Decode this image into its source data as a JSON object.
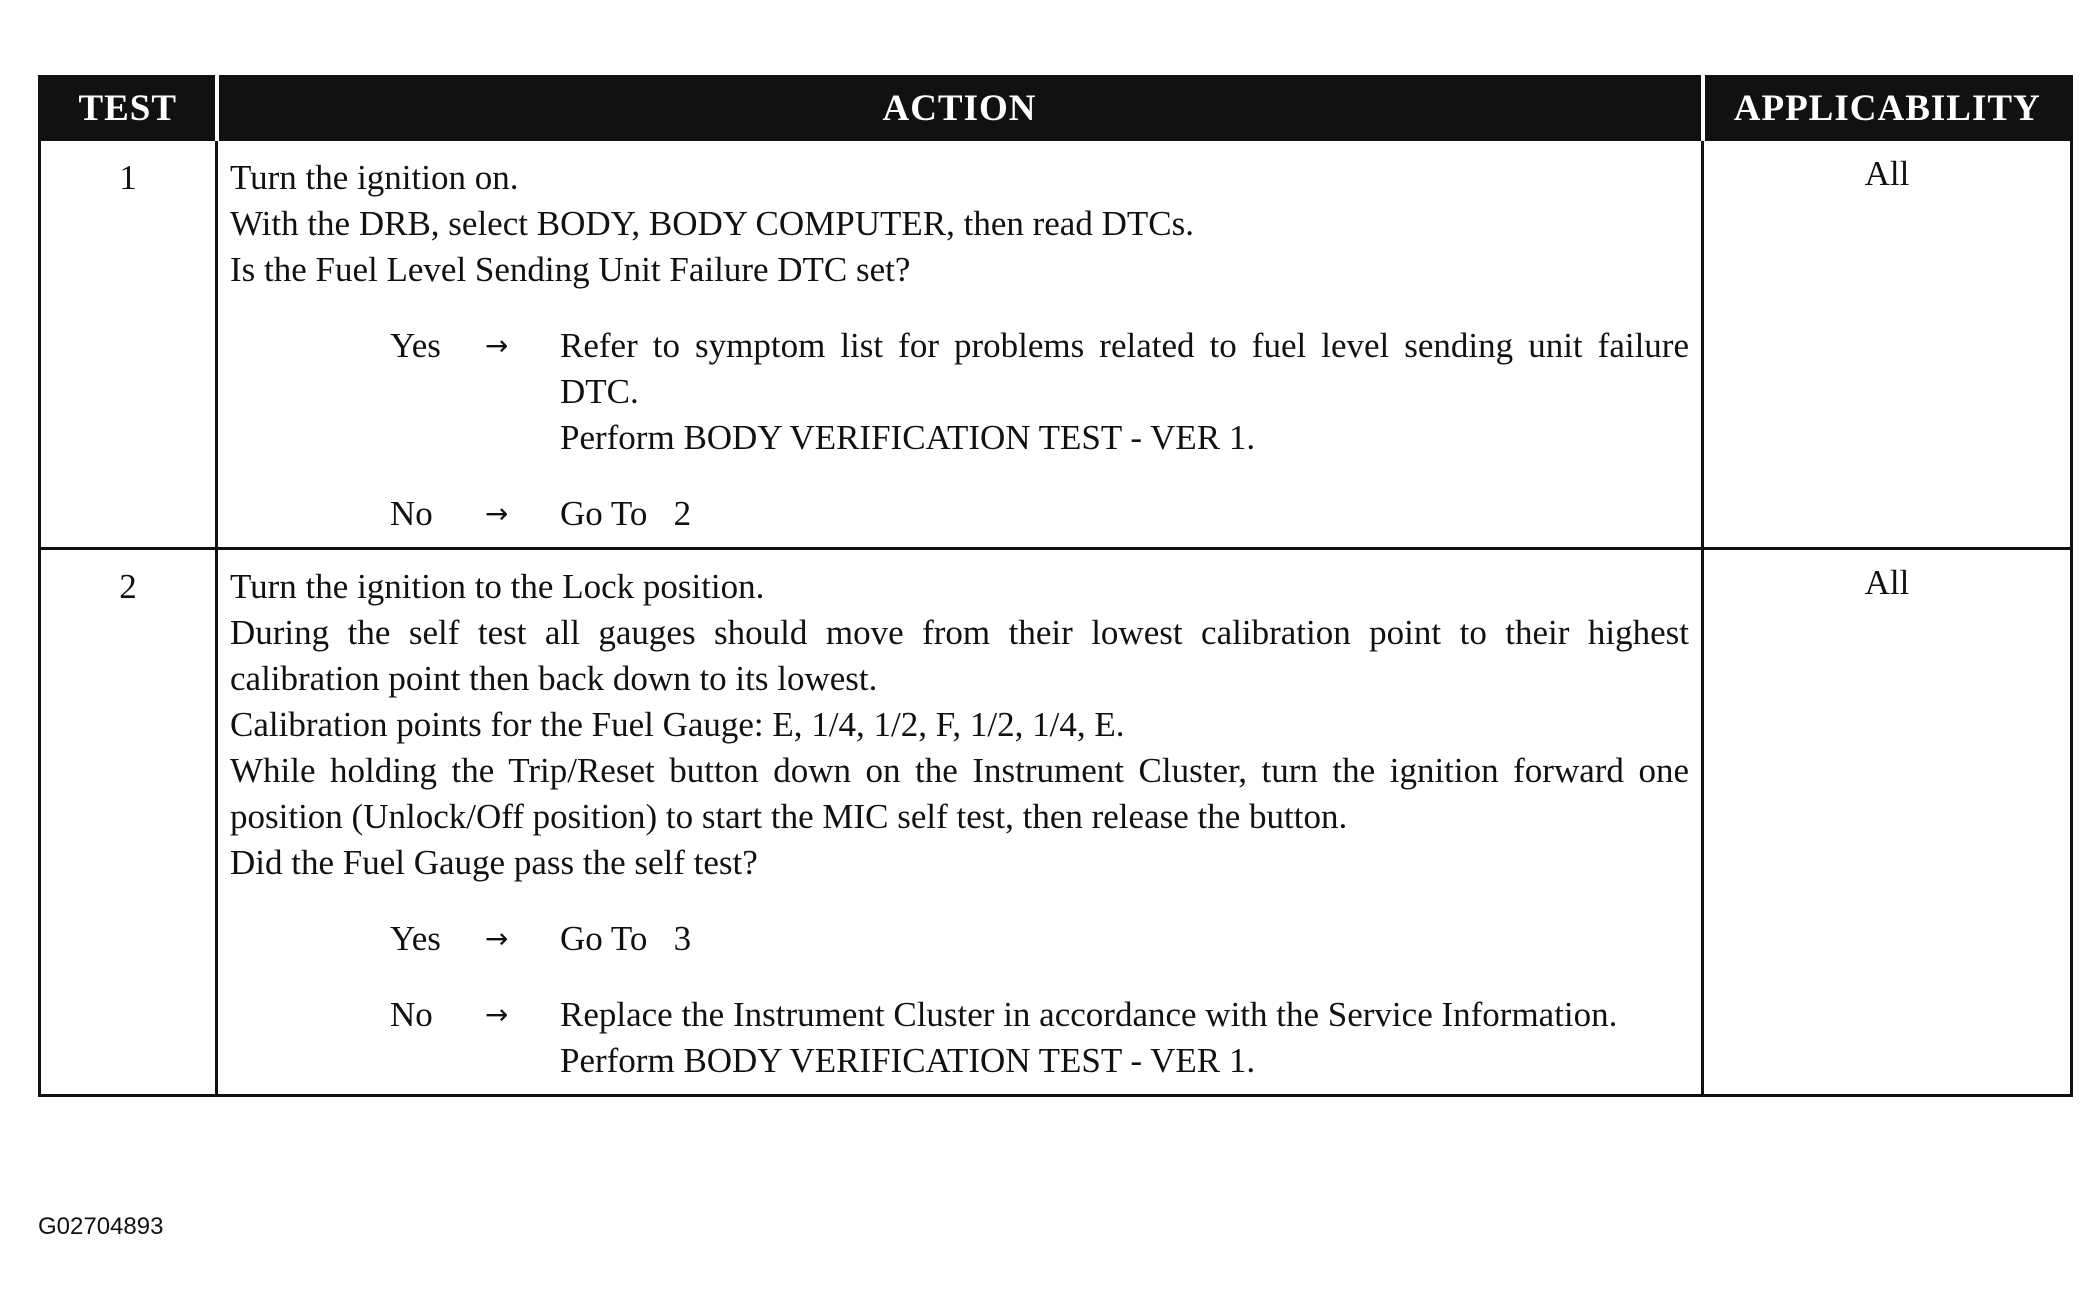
{
  "table": {
    "headers": {
      "test": "TEST",
      "action": "ACTION",
      "applicability": "APPLICABILITY"
    },
    "rows": [
      {
        "test": "1",
        "applicability": "All",
        "action_lines": [
          "Turn the ignition on.",
          "With the DRB, select BODY, BODY COMPUTER, then read DTCs.",
          "Is the Fuel Level Sending Unit Failure DTC set?"
        ],
        "answers": [
          {
            "label": "Yes",
            "arrow": "→",
            "lines": [
              "Refer to symptom list for problems related to fuel level sending unit failure DTC.",
              "Perform BODY VERIFICATION TEST - VER 1."
            ]
          },
          {
            "label": "No",
            "arrow": "→",
            "lines": [
              "Go To   2"
            ]
          }
        ]
      },
      {
        "test": "2",
        "applicability": "All",
        "action_lines": [
          "Turn the ignition to the Lock position.",
          "During the self test all gauges should move from their lowest calibration point to their highest calibration point then back down to its lowest.",
          "Calibration points for the Fuel Gauge: E, 1/4, 1/2, F, 1/2, 1/4, E.",
          "While holding the Trip/Reset button down on the Instrument Cluster, turn the ignition forward one position (Unlock/Off position) to start the MIC self test, then release the button.",
          "Did the Fuel Gauge pass the self test?"
        ],
        "answers": [
          {
            "label": "Yes",
            "arrow": "→",
            "lines": [
              "Go To   3"
            ]
          },
          {
            "label": "No",
            "arrow": "→",
            "lines": [
              "Replace the Instrument Cluster in accordance with the Service Information.",
              "Perform BODY VERIFICATION TEST - VER 1."
            ]
          }
        ]
      }
    ]
  },
  "figure_code": "G02704893"
}
